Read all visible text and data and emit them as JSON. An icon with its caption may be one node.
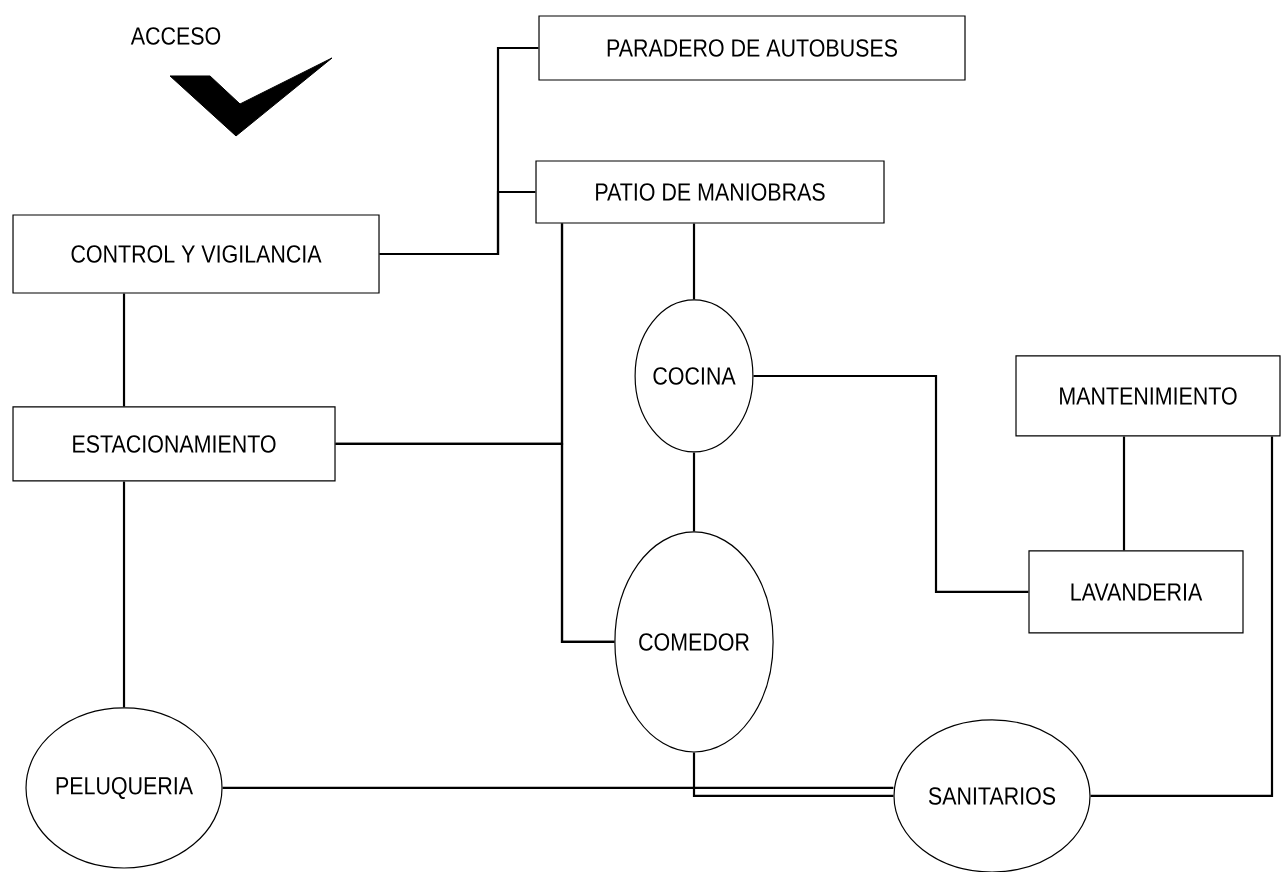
{
  "diagram": {
    "nodes": [
      {
        "text": [
          "PARADERO DE AUTOBUSES"
        ]
      },
      {
        "text": [
          "PATIO DE MANIOBRAS"
        ]
      },
      {
        "text": [
          "CONTROL Y VIGILANCIA"
        ]
      },
      {
        "text": [
          "ESTACIONAMIENTO"
        ]
      },
      {
        "text": [
          "COCINA"
        ]
      },
      {
        "text": [
          "MANTENIMIENTO"
        ]
      },
      {
        "text": [
          "COMEDOR"
        ]
      },
      {
        "text": [
          "LAVANDERIA"
        ]
      },
      {
        "text": [
          "PELUQUERIA"
        ]
      },
      {
        "text": [
          "SANITARIOS"
        ]
      }
    ],
    "edges": [
      {
        "from": 2,
        "to": 0,
        "arrow": "none"
      },
      {
        "from": 2,
        "to": 1,
        "arrow": "none"
      },
      {
        "from": 2,
        "to": 3,
        "arrow": "none"
      },
      {
        "from": 3,
        "to": 1,
        "arrow": "none"
      },
      {
        "from": 3,
        "to": 6,
        "arrow": "none"
      },
      {
        "from": 1,
        "to": 6,
        "arrow": "none"
      },
      {
        "from": 1,
        "to": 4,
        "arrow": "none"
      },
      {
        "from": 4,
        "to": 6,
        "arrow": "none"
      },
      {
        "from": 4,
        "to": 7,
        "arrow": "none"
      },
      {
        "from": 5,
        "to": 7,
        "arrow": "none"
      },
      {
        "from": 5,
        "to": 9,
        "arrow": "none"
      },
      {
        "from": 6,
        "to": 9,
        "arrow": "none"
      },
      {
        "from": 8,
        "to": 9,
        "arrow": "none"
      },
      {
        "from": 3,
        "to": 8,
        "arrow": "none"
      }
    ],
    "labels": [
      "ACCESO"
    ]
  }
}
